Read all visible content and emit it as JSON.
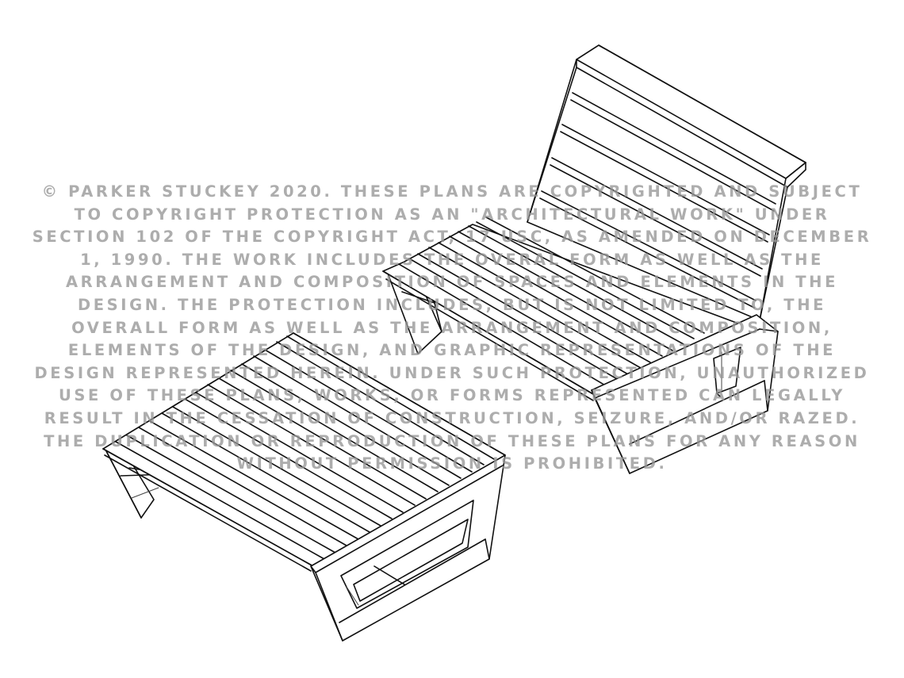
{
  "figure": {
    "subject": "furniture plan drawing: lounge chair and ottoman",
    "line_color": "#111111",
    "background": "#ffffff",
    "watermark_color": "#969696"
  },
  "watermark": {
    "lines": [
      "© PARKER STUCKEY 2020.  THESE PLANS ARE COPYRIGHTED AND SUBJECT",
      "TO COPYRIGHT PROTECTION AS AN \"ARCHITECTURAL WORK\" UNDER",
      "SECTION 102 OF THE COPYRIGHT ACT, 17 USC, AS AMENDED ON DECEMBER",
      "1, 1990. THE WORK INCLUDES THE OVERAL FORM AS WELL AS THE",
      "ARRANGEMENT AND COMPOSITION OF SPACES AND ELEMENTS IN THE",
      "DESIGN.  THE PROTECTION INCLUDES, BUT IS NOT LIMITED TO, THE",
      "OVERALL FORM AS WELL AS THE ARRANGEMENT AND COMPOSITION,",
      "ELEMENTS OF THE DESIGN, AND GRAPHIC REPRESENTATIONS OF THE",
      "DESIGN REPRESENTED HEREIN.  UNDER SUCH PROTECTION, UNAUTHORIZED",
      "USE OF THESE PLANS, WORKS, OR FORMS REPRESENTED CAN LEGALLY",
      "RESULT IN THE CESSATION OF CONSTRUCTION, SEIZURE, AND/OR RAZED.",
      "THE DUPLICATION OR REPRODUCTION OF THESE PLANS FOR ANY REASON",
      "WITHOUT PERMISSION IS PROHIBITED."
    ]
  }
}
